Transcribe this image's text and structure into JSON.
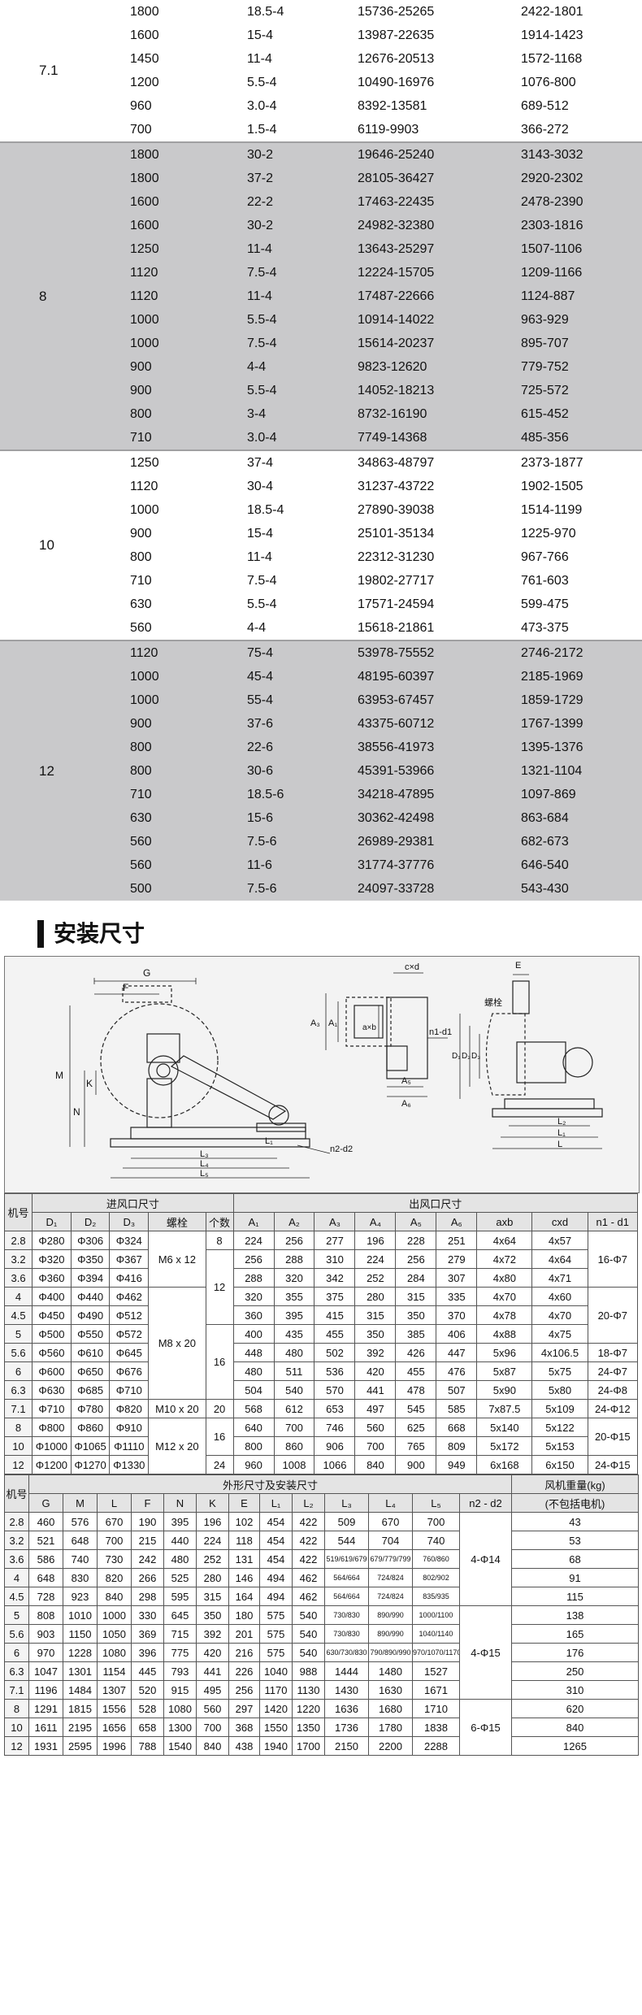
{
  "performance": [
    {
      "model": "7.1",
      "shaded": false,
      "rows": [
        {
          "speed": "1800",
          "power": "18.5-4",
          "flow": "15736-25265",
          "pressure": "2422-1801"
        },
        {
          "speed": "1600",
          "power": "15-4",
          "flow": "13987-22635",
          "pressure": "1914-1423"
        },
        {
          "speed": "1450",
          "power": "11-4",
          "flow": "12676-20513",
          "pressure": "1572-1168"
        },
        {
          "speed": "1200",
          "power": "5.5-4",
          "flow": "10490-16976",
          "pressure": "1076-800"
        },
        {
          "speed": "960",
          "power": "3.0-4",
          "flow": "8392-13581",
          "pressure": "689-512"
        },
        {
          "speed": "700",
          "power": "1.5-4",
          "flow": "6119-9903",
          "pressure": "366-272"
        }
      ]
    },
    {
      "model": "8",
      "shaded": true,
      "rows": [
        {
          "speed": "1800",
          "power": "30-2",
          "flow": "19646-25240",
          "pressure": "3143-3032"
        },
        {
          "speed": "1800",
          "power": "37-2",
          "flow": "28105-36427",
          "pressure": "2920-2302"
        },
        {
          "speed": "1600",
          "power": "22-2",
          "flow": "17463-22435",
          "pressure": "2478-2390"
        },
        {
          "speed": "1600",
          "power": "30-2",
          "flow": "24982-32380",
          "pressure": "2303-1816"
        },
        {
          "speed": "1250",
          "power": "11-4",
          "flow": "13643-25297",
          "pressure": "1507-1106"
        },
        {
          "speed": "1120",
          "power": "7.5-4",
          "flow": "12224-15705",
          "pressure": "1209-1166"
        },
        {
          "speed": "1120",
          "power": "11-4",
          "flow": "17487-22666",
          "pressure": "1124-887"
        },
        {
          "speed": "1000",
          "power": "5.5-4",
          "flow": "10914-14022",
          "pressure": "963-929"
        },
        {
          "speed": "1000",
          "power": "7.5-4",
          "flow": "15614-20237",
          "pressure": "895-707"
        },
        {
          "speed": "900",
          "power": "4-4",
          "flow": "9823-12620",
          "pressure": "779-752"
        },
        {
          "speed": "900",
          "power": "5.5-4",
          "flow": "14052-18213",
          "pressure": "725-572"
        },
        {
          "speed": "800",
          "power": "3-4",
          "flow": "8732-16190",
          "pressure": "615-452"
        },
        {
          "speed": "710",
          "power": "3.0-4",
          "flow": "7749-14368",
          "pressure": "485-356"
        }
      ]
    },
    {
      "model": "10",
      "shaded": false,
      "rows": [
        {
          "speed": "1250",
          "power": "37-4",
          "flow": "34863-48797",
          "pressure": "2373-1877"
        },
        {
          "speed": "1120",
          "power": "30-4",
          "flow": "31237-43722",
          "pressure": "1902-1505"
        },
        {
          "speed": "1000",
          "power": "18.5-4",
          "flow": "27890-39038",
          "pressure": "1514-1199"
        },
        {
          "speed": "900",
          "power": "15-4",
          "flow": "25101-35134",
          "pressure": "1225-970"
        },
        {
          "speed": "800",
          "power": "11-4",
          "flow": "22312-31230",
          "pressure": "967-766"
        },
        {
          "speed": "710",
          "power": "7.5-4",
          "flow": "19802-27717",
          "pressure": "761-603"
        },
        {
          "speed": "630",
          "power": "5.5-4",
          "flow": "17571-24594",
          "pressure": "599-475"
        },
        {
          "speed": "560",
          "power": "4-4",
          "flow": "15618-21861",
          "pressure": "473-375"
        }
      ]
    },
    {
      "model": "12",
      "shaded": true,
      "rows": [
        {
          "speed": "1120",
          "power": "75-4",
          "flow": "53978-75552",
          "pressure": "2746-2172"
        },
        {
          "speed": "1000",
          "power": "45-4",
          "flow": "48195-60397",
          "pressure": "2185-1969"
        },
        {
          "speed": "1000",
          "power": "55-4",
          "flow": "63953-67457",
          "pressure": "1859-1729"
        },
        {
          "speed": "900",
          "power": "37-6",
          "flow": "43375-60712",
          "pressure": "1767-1399"
        },
        {
          "speed": "800",
          "power": "22-6",
          "flow": "38556-41973",
          "pressure": "1395-1376"
        },
        {
          "speed": "800",
          "power": "30-6",
          "flow": "45391-53966",
          "pressure": "1321-1104"
        },
        {
          "speed": "710",
          "power": "18.5-6",
          "flow": "34218-47895",
          "pressure": "1097-869"
        },
        {
          "speed": "630",
          "power": "15-6",
          "flow": "30362-42498",
          "pressure": "863-684"
        },
        {
          "speed": "560",
          "power": "7.5-6",
          "flow": "26989-29381",
          "pressure": "682-673"
        },
        {
          "speed": "560",
          "power": "11-6",
          "flow": "31774-37776",
          "pressure": "646-540"
        },
        {
          "speed": "500",
          "power": "7.5-6",
          "flow": "24097-33728",
          "pressure": "543-430"
        }
      ]
    }
  ],
  "section_title": "安装尺寸",
  "diagram_labels": {
    "G": "G",
    "F": "F",
    "M": "M",
    "N": "N",
    "K": "K",
    "L1": "L₁",
    "L3": "L₃",
    "L4": "L₄",
    "L5": "L₅",
    "n2d2": "n2-d2",
    "cxd": "c×d",
    "A1": "A₁",
    "A3": "A₃",
    "axb": "a×b",
    "n1d1": "n1-d1",
    "A5": "A₅",
    "A6": "A₆",
    "E": "E",
    "bolt": "螺栓",
    "D1": "D₁",
    "D2": "D₂",
    "D3": "D₃",
    "L2": "L₂",
    "L": "L"
  },
  "table1": {
    "h_model": "机号",
    "h_inlet": "进风口尺寸",
    "h_outlet": "出风口尺寸",
    "h_D1": "D₁",
    "h_D2": "D₂",
    "h_D3": "D₃",
    "h_bolt": "螺栓",
    "h_count": "个数",
    "h_A1": "A₁",
    "h_A2": "A₂",
    "h_A3": "A₃",
    "h_A4": "A₄",
    "h_A5": "A₅",
    "h_A6": "A₆",
    "h_axb": "axb",
    "h_cxd": "cxd",
    "h_n1d1": "n1 - d1",
    "bolts": [
      "M6 x 12",
      "M8 x 20",
      "M10 x 20",
      "M12 x 20"
    ],
    "counts": [
      "8",
      "12",
      "16",
      "20",
      "16",
      "24"
    ],
    "n1d1": [
      "16-Φ7",
      "20-Φ7",
      "18-Φ7",
      "24-Φ7",
      "24-Φ8",
      "24-Φ12",
      "20-Φ15",
      "24-Φ15"
    ],
    "rows": [
      {
        "no": "2.8",
        "D1": "Φ280",
        "D2": "Φ306",
        "D3": "Φ324",
        "A1": "224",
        "A2": "256",
        "A3": "277",
        "A4": "196",
        "A5": "228",
        "A6": "251",
        "axb": "4x64",
        "cxd": "4x57"
      },
      {
        "no": "3.2",
        "D1": "Φ320",
        "D2": "Φ350",
        "D3": "Φ367",
        "A1": "256",
        "A2": "288",
        "A3": "310",
        "A4": "224",
        "A5": "256",
        "A6": "279",
        "axb": "4x72",
        "cxd": "4x64"
      },
      {
        "no": "3.6",
        "D1": "Φ360",
        "D2": "Φ394",
        "D3": "Φ416",
        "A1": "288",
        "A2": "320",
        "A3": "342",
        "A4": "252",
        "A5": "284",
        "A6": "307",
        "axb": "4x80",
        "cxd": "4x71"
      },
      {
        "no": "4",
        "D1": "Φ400",
        "D2": "Φ440",
        "D3": "Φ462",
        "A1": "320",
        "A2": "355",
        "A3": "375",
        "A4": "280",
        "A5": "315",
        "A6": "335",
        "axb": "4x70",
        "cxd": "4x60"
      },
      {
        "no": "4.5",
        "D1": "Φ450",
        "D2": "Φ490",
        "D3": "Φ512",
        "A1": "360",
        "A2": "395",
        "A3": "415",
        "A4": "315",
        "A5": "350",
        "A6": "370",
        "axb": "4x78",
        "cxd": "4x70"
      },
      {
        "no": "5",
        "D1": "Φ500",
        "D2": "Φ550",
        "D3": "Φ572",
        "A1": "400",
        "A2": "435",
        "A3": "455",
        "A4": "350",
        "A5": "385",
        "A6": "406",
        "axb": "4x88",
        "cxd": "4x75"
      },
      {
        "no": "5.6",
        "D1": "Φ560",
        "D2": "Φ610",
        "D3": "Φ645",
        "A1": "448",
        "A2": "480",
        "A3": "502",
        "A4": "392",
        "A5": "426",
        "A6": "447",
        "axb": "5x96",
        "cxd": "4x106.5"
      },
      {
        "no": "6",
        "D1": "Φ600",
        "D2": "Φ650",
        "D3": "Φ676",
        "A1": "480",
        "A2": "511",
        "A3": "536",
        "A4": "420",
        "A5": "455",
        "A6": "476",
        "axb": "5x87",
        "cxd": "5x75"
      },
      {
        "no": "6.3",
        "D1": "Φ630",
        "D2": "Φ685",
        "D3": "Φ710",
        "A1": "504",
        "A2": "540",
        "A3": "570",
        "A4": "441",
        "A5": "478",
        "A6": "507",
        "axb": "5x90",
        "cxd": "5x80"
      },
      {
        "no": "7.1",
        "D1": "Φ710",
        "D2": "Φ780",
        "D3": "Φ820",
        "A1": "568",
        "A2": "612",
        "A3": "653",
        "A4": "497",
        "A5": "545",
        "A6": "585",
        "axb": "7x87.5",
        "cxd": "5x109"
      },
      {
        "no": "8",
        "D1": "Φ800",
        "D2": "Φ860",
        "D3": "Φ910",
        "A1": "640",
        "A2": "700",
        "A3": "746",
        "A4": "560",
        "A5": "625",
        "A6": "668",
        "axb": "5x140",
        "cxd": "5x122"
      },
      {
        "no": "10",
        "D1": "Φ1000",
        "D2": "Φ1065",
        "D3": "Φ1110",
        "A1": "800",
        "A2": "860",
        "A3": "906",
        "A4": "700",
        "A5": "765",
        "A6": "809",
        "axb": "5x172",
        "cxd": "5x153"
      },
      {
        "no": "12",
        "D1": "Φ1200",
        "D2": "Φ1270",
        "D3": "Φ1330",
        "A1": "960",
        "A2": "1008",
        "A3": "1066",
        "A4": "840",
        "A5": "900",
        "A6": "949",
        "axb": "6x168",
        "cxd": "6x150"
      }
    ]
  },
  "table2": {
    "h_model": "机号",
    "h_group": "外形尺寸及安装尺寸",
    "h_weight": "风机重量(kg)",
    "h_weight_note": "(不包括电机)",
    "h_G": "G",
    "h_M": "M",
    "h_L": "L",
    "h_F": "F",
    "h_N": "N",
    "h_K": "K",
    "h_E": "E",
    "h_L1": "L₁",
    "h_L2": "L₂",
    "h_L3": "L₃",
    "h_L4": "L₄",
    "h_L5": "L₅",
    "h_n2d2": "n2 - d2",
    "n2d2": [
      "4-Φ14",
      "4-Φ15",
      "6-Φ15"
    ],
    "rows": [
      {
        "no": "2.8",
        "G": "460",
        "M": "576",
        "L": "670",
        "F": "190",
        "N": "395",
        "K": "196",
        "E": "102",
        "L1": "454",
        "L2": "422",
        "L3": "509",
        "L4": "670",
        "L5": "700",
        "W": "43"
      },
      {
        "no": "3.2",
        "G": "521",
        "M": "648",
        "L": "700",
        "F": "215",
        "N": "440",
        "K": "224",
        "E": "118",
        "L1": "454",
        "L2": "422",
        "L3": "544",
        "L4": "704",
        "L5": "740",
        "W": "53"
      },
      {
        "no": "3.6",
        "G": "586",
        "M": "740",
        "L": "730",
        "F": "242",
        "N": "480",
        "K": "252",
        "E": "131",
        "L1": "454",
        "L2": "422",
        "L3": "519/619/679",
        "L4": "679/779/799",
        "L5": "760/860",
        "W": "68"
      },
      {
        "no": "4",
        "G": "648",
        "M": "830",
        "L": "820",
        "F": "266",
        "N": "525",
        "K": "280",
        "E": "146",
        "L1": "494",
        "L2": "462",
        "L3": "564/664",
        "L4": "724/824",
        "L5": "802/902",
        "W": "91"
      },
      {
        "no": "4.5",
        "G": "728",
        "M": "923",
        "L": "840",
        "F": "298",
        "N": "595",
        "K": "315",
        "E": "164",
        "L1": "494",
        "L2": "462",
        "L3": "564/664",
        "L4": "724/824",
        "L5": "835/935",
        "W": "115"
      },
      {
        "no": "5",
        "G": "808",
        "M": "1010",
        "L": "1000",
        "F": "330",
        "N": "645",
        "K": "350",
        "E": "180",
        "L1": "575",
        "L2": "540",
        "L3": "730/830",
        "L4": "890/990",
        "L5": "1000/1100",
        "W": "138"
      },
      {
        "no": "5.6",
        "G": "903",
        "M": "1150",
        "L": "1050",
        "F": "369",
        "N": "715",
        "K": "392",
        "E": "201",
        "L1": "575",
        "L2": "540",
        "L3": "730/830",
        "L4": "890/990",
        "L5": "1040/1140",
        "W": "165"
      },
      {
        "no": "6",
        "G": "970",
        "M": "1228",
        "L": "1080",
        "F": "396",
        "N": "775",
        "K": "420",
        "E": "216",
        "L1": "575",
        "L2": "540",
        "L3": "630/730/830",
        "L4": "790/890/990",
        "L5": "970/1070/1170",
        "W": "176"
      },
      {
        "no": "6.3",
        "G": "1047",
        "M": "1301",
        "L": "1154",
        "F": "445",
        "N": "793",
        "K": "441",
        "E": "226",
        "L1": "1040",
        "L2": "988",
        "L3": "1444",
        "L4": "1480",
        "L5": "1527",
        "W": "250"
      },
      {
        "no": "7.1",
        "G": "1196",
        "M": "1484",
        "L": "1307",
        "F": "520",
        "N": "915",
        "K": "495",
        "E": "256",
        "L1": "1170",
        "L2": "1130",
        "L3": "1430",
        "L4": "1630",
        "L5": "1671",
        "W": "310"
      },
      {
        "no": "8",
        "G": "1291",
        "M": "1815",
        "L": "1556",
        "F": "528",
        "N": "1080",
        "K": "560",
        "E": "297",
        "L1": "1420",
        "L2": "1220",
        "L3": "1636",
        "L4": "1680",
        "L5": "1710",
        "W": "620"
      },
      {
        "no": "10",
        "G": "1611",
        "M": "2195",
        "L": "1656",
        "F": "658",
        "N": "1300",
        "K": "700",
        "E": "368",
        "L1": "1550",
        "L2": "1350",
        "L3": "1736",
        "L4": "1780",
        "L5": "1838",
        "W": "840"
      },
      {
        "no": "12",
        "G": "1931",
        "M": "2595",
        "L": "1996",
        "F": "788",
        "N": "1540",
        "K": "840",
        "E": "438",
        "L1": "1940",
        "L2": "1700",
        "L3": "2150",
        "L4": "2200",
        "L5": "2288",
        "W": "1265"
      }
    ]
  }
}
